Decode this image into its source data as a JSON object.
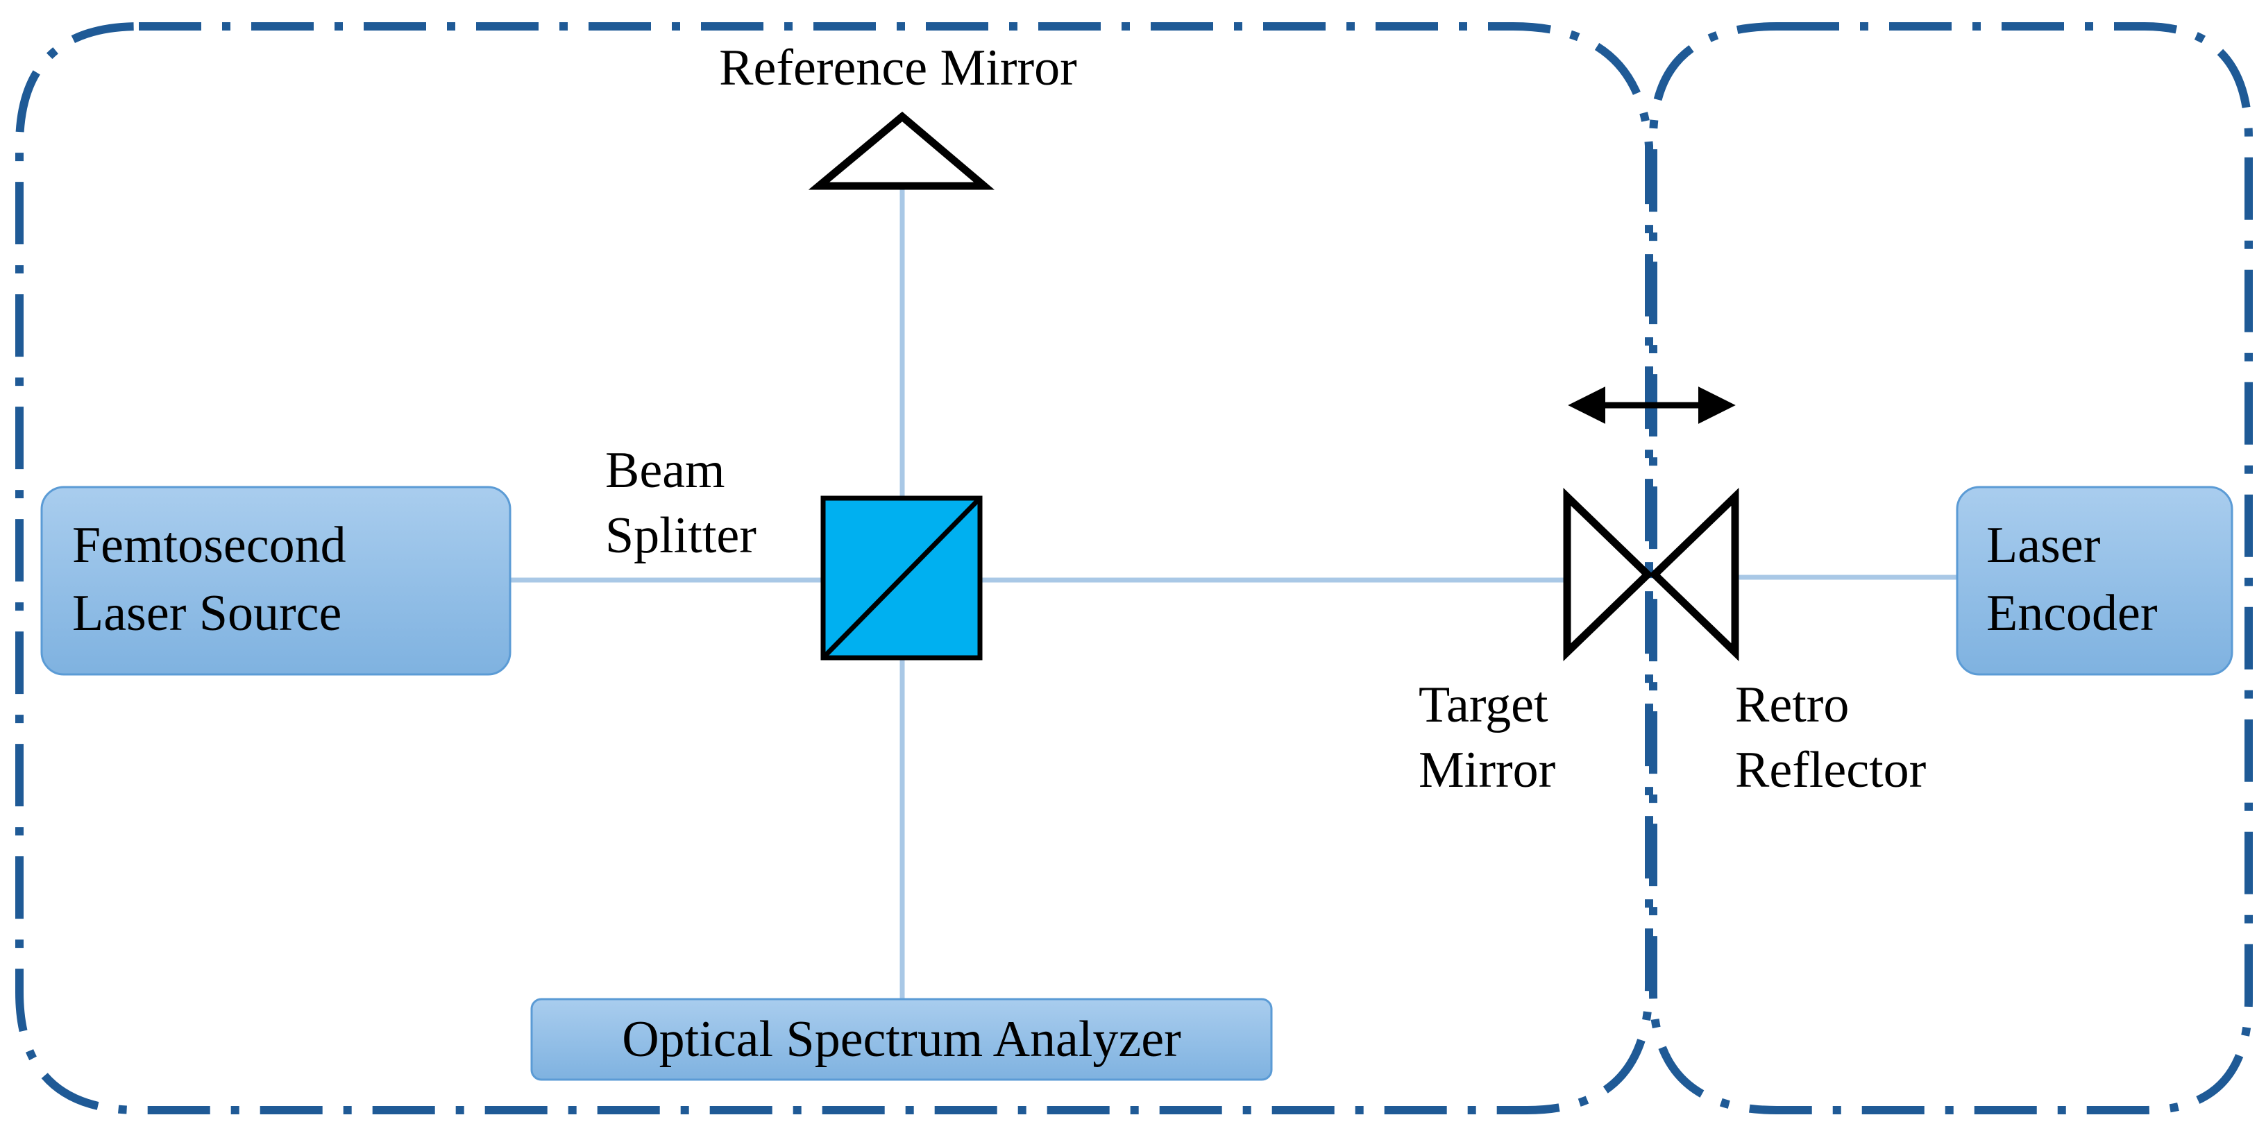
{
  "colors": {
    "boundary": "#1f5a96",
    "beam": "#a9c8e6",
    "box_fill_top": "#a9cdee",
    "box_fill_bottom": "#7fb2e0",
    "box_stroke": "#5b9bd5",
    "beam_splitter_fill": "#00b0f0",
    "outline": "#000000"
  },
  "components": {
    "laser_source": {
      "line1": "Femtosecond",
      "line2": "Laser Source"
    },
    "laser_encoder": {
      "line1": "Laser",
      "line2": "Encoder"
    },
    "optical_spectrum_analyzer": {
      "label": "Optical Spectrum Analyzer"
    },
    "reference_mirror": {
      "label": "Reference Mirror"
    },
    "beam_splitter": {
      "line1": "Beam",
      "line2": "Splitter"
    },
    "target_mirror": {
      "line1": "Target",
      "line2": "Mirror"
    },
    "retro_reflector": {
      "line1": "Retro",
      "line2": "Reflector"
    }
  },
  "icons": {
    "motion_arrow": "double-headed-arrow-icon",
    "reference_mirror": "triangle-mirror-icon",
    "beam_splitter": "cube-beam-splitter-icon",
    "target_mirror": "triangle-mirror-icon",
    "retro_reflector": "triangle-reflector-icon"
  }
}
